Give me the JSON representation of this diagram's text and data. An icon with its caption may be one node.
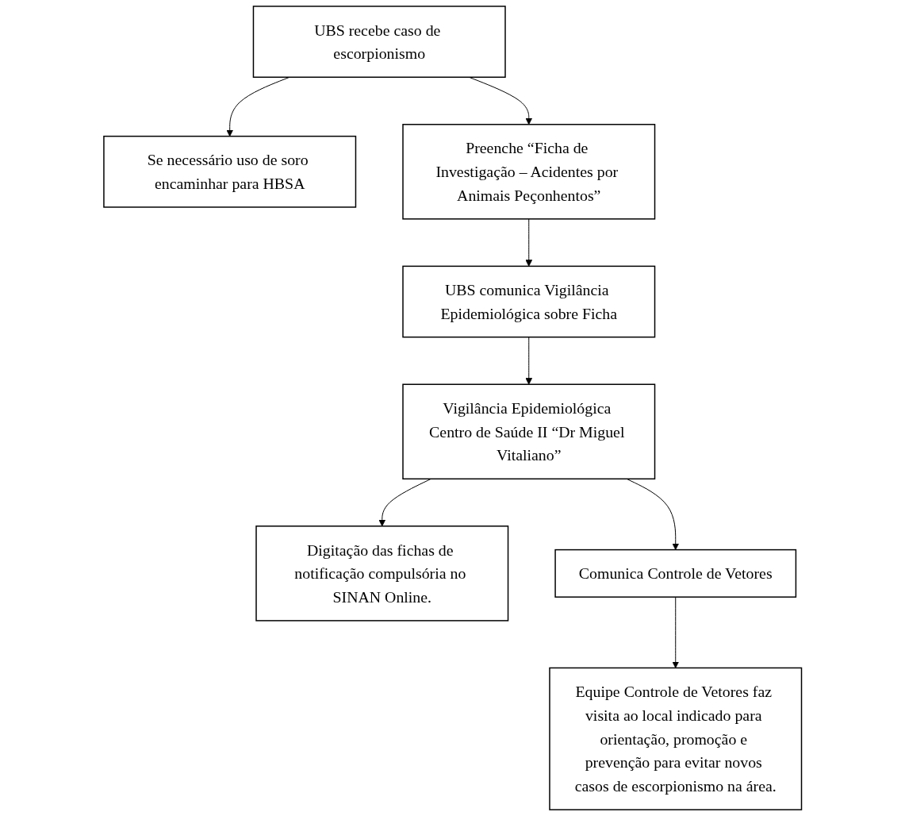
{
  "diagram": {
    "nodes": [
      {
        "text": [
          "UBS recebe caso de escorpionismo"
        ]
      },
      {
        "text": [
          "Se necessário uso de soro encaminhar para HBSA"
        ]
      },
      {
        "text": [
          "Preenche “Ficha de Investigação – Acidentes por Animais Peçonhentos”"
        ]
      },
      {
        "text": [
          "UBS comunica Vigilância Epidemiológica sobre Ficha"
        ]
      },
      {
        "text": [
          "Vigilância Epidemiológica Centro de Saúde II “Dr Miguel Vitaliano”"
        ]
      },
      {
        "text": [
          "Digitação das fichas de notificação compulsória no SINAN Online."
        ]
      },
      {
        "text": [
          "Comunica Controle de Vetores"
        ]
      },
      {
        "text": [
          "Equipe Controle de Vetores faz visita ao local indicado para orientação, promoção e prevenção para evitar novos casos de escorpionismo na área."
        ]
      }
    ],
    "edges": [
      {
        "from": 0,
        "to": 1,
        "arrow": "to"
      },
      {
        "from": 0,
        "to": 2,
        "arrow": "to"
      },
      {
        "from": 2,
        "to": 3,
        "arrow": "to"
      },
      {
        "from": 3,
        "to": 4,
        "arrow": "to"
      },
      {
        "from": 4,
        "to": 5,
        "arrow": "to"
      },
      {
        "from": 4,
        "to": 6,
        "arrow": "to"
      },
      {
        "from": 6,
        "to": 7,
        "arrow": "to"
      }
    ]
  }
}
